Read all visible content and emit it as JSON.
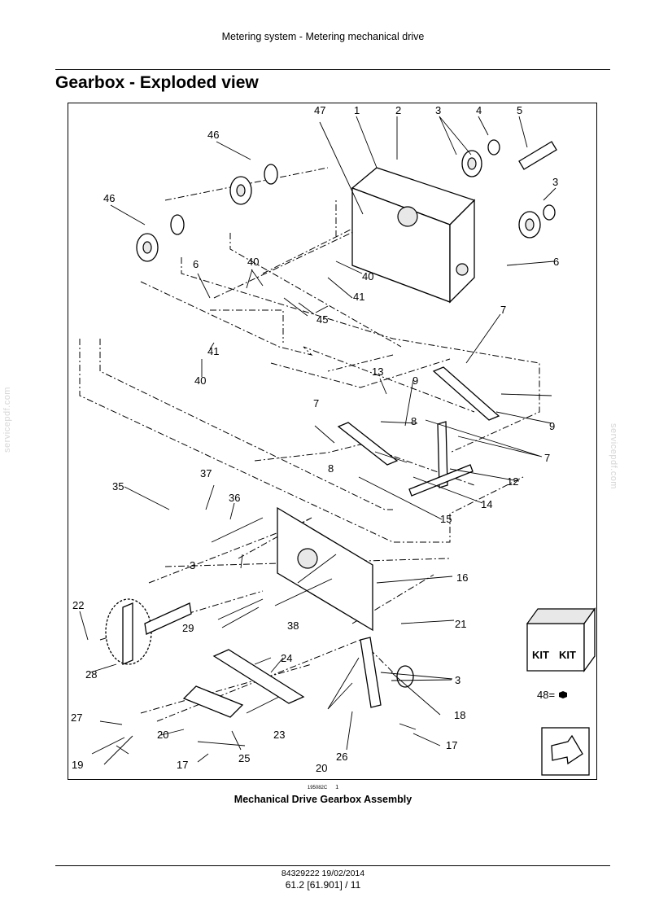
{
  "header": {
    "running_title": "Metering system - Metering mechanical drive"
  },
  "page": {
    "title": "Gearbox - Exploded view"
  },
  "figure": {
    "reference_code": "195082C",
    "reference_index": "1",
    "caption": "Mechanical Drive Gearbox Assembly",
    "callouts": [
      "47",
      "1",
      "2",
      "3",
      "4",
      "5",
      "46",
      "46",
      "3",
      "6",
      "40",
      "40",
      "41",
      "6",
      "45",
      "41",
      "40",
      "7",
      "13",
      "8",
      "9",
      "7",
      "9",
      "8",
      "7",
      "12",
      "14",
      "15",
      "37",
      "35",
      "36",
      "16",
      "3",
      "22",
      "29",
      "38",
      "21",
      "28",
      "24",
      "3",
      "20",
      "18",
      "27",
      "20",
      "23",
      "25",
      "17",
      "26",
      "19",
      "17"
    ],
    "kit": {
      "labels": [
        "KIT",
        "KIT"
      ],
      "legend": "48="
    }
  },
  "footer": {
    "doc_number": "84329222 19/02/2014",
    "page_number": "61.2 [61.901] / 11"
  },
  "watermark": {
    "text": "servicepdf.com"
  }
}
